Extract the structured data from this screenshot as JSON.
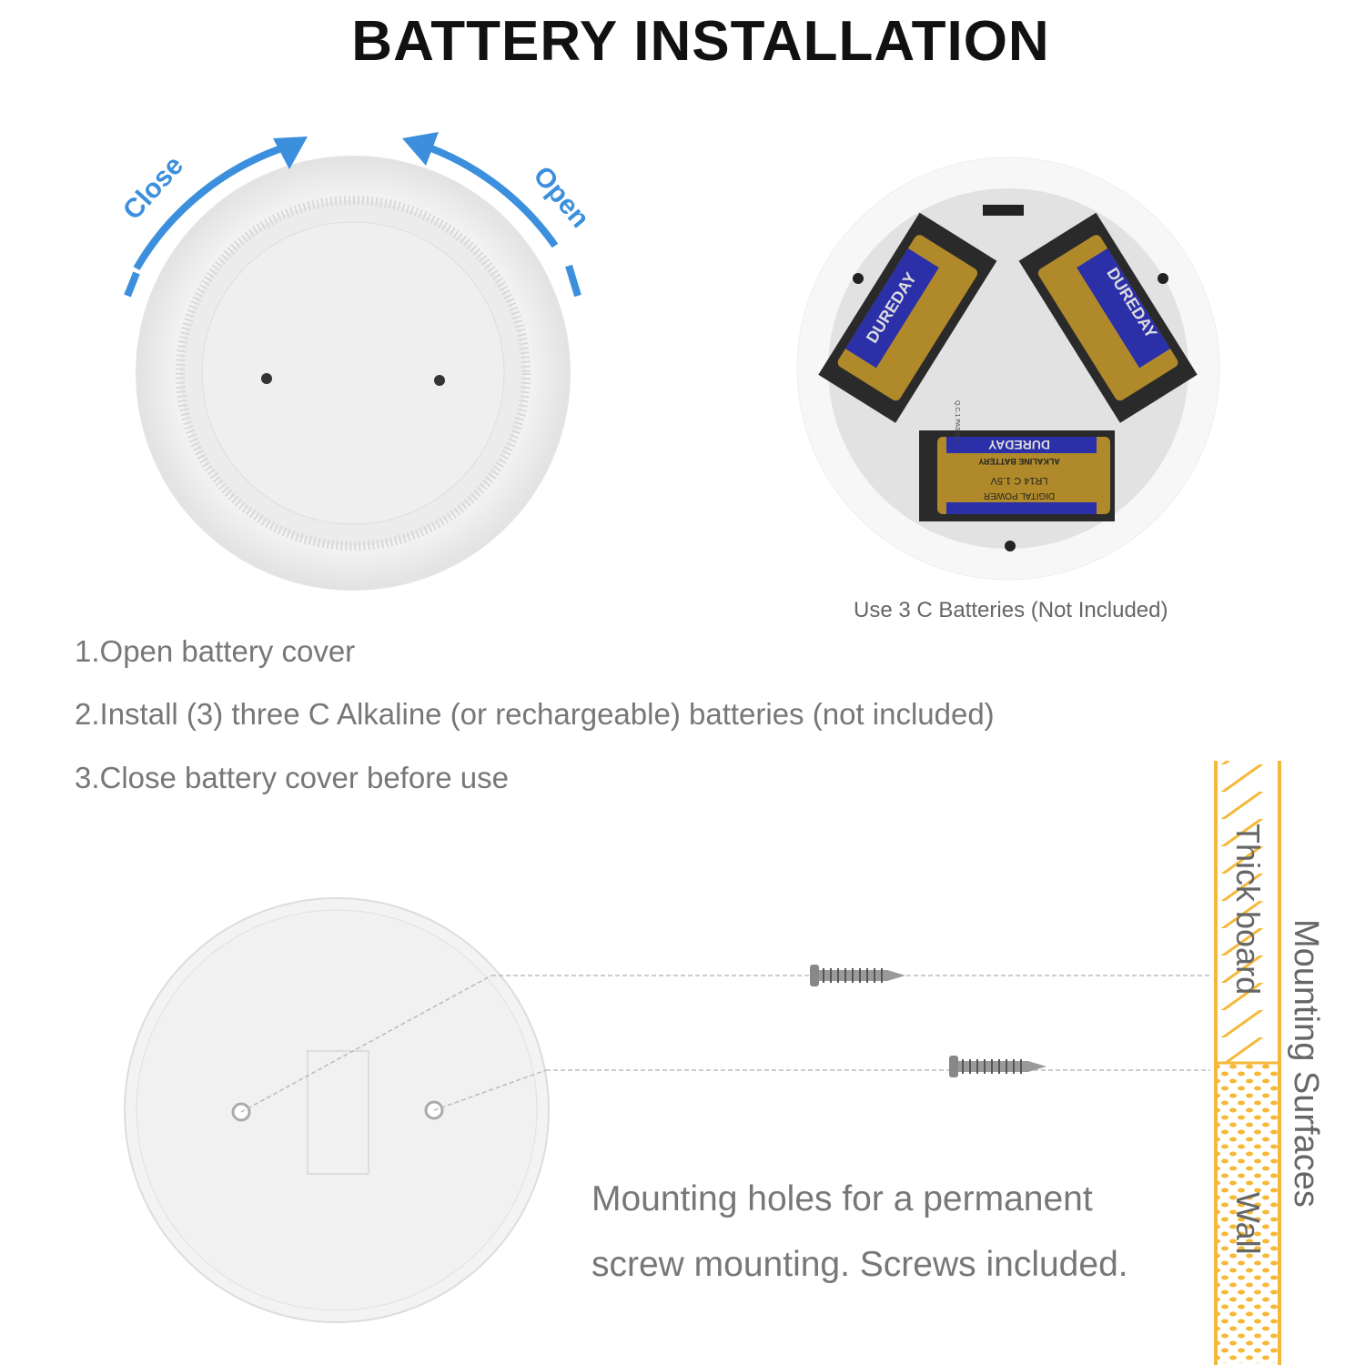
{
  "title": "BATTERY INSTALLATION",
  "arrows": {
    "close_label": "Close",
    "open_label": "Open"
  },
  "battery_photo": {
    "caption": "Use 3 C Batteries (Not Included)",
    "battery_brand": "DUREDAY",
    "battery_type": "ALKALINE BATTERY",
    "battery_line": "DIGITAL POWER",
    "battery_spec": "LR14 C 1.5V",
    "qc_mark": "Q.C.1 PASSED"
  },
  "steps": [
    "1.Open battery cover",
    "2.Install (3) three C Alkaline (or rechargeable) batteries (not included)",
    "3.Close battery cover before use"
  ],
  "mounting": {
    "text_line1": "Mounting holes for a permanent",
    "text_line2": "screw mounting. Screws included.",
    "surfaces_label": "Mounting Surfaces",
    "thick_board_label": "Thick board",
    "wall_label": "Wall"
  },
  "colors": {
    "arrow_blue": "#3b8fdd",
    "wall_yellow": "#f5b93a",
    "text_gray": "#777777"
  }
}
